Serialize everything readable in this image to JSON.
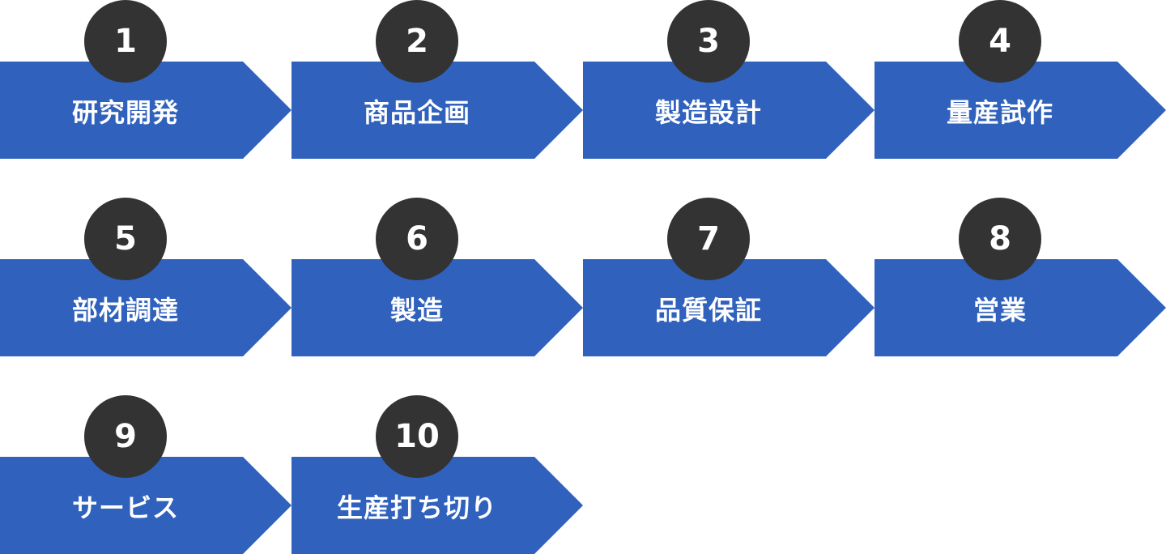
{
  "colors": {
    "arrow": "#2f61bd",
    "badge": "#333333",
    "text": "#ffffff",
    "background": "#ffffff"
  },
  "steps": [
    {
      "number": "1",
      "label": "研究開発"
    },
    {
      "number": "2",
      "label": "商品企画"
    },
    {
      "number": "3",
      "label": "製造設計"
    },
    {
      "number": "4",
      "label": "量産試作"
    },
    {
      "number": "5",
      "label": "部材調達"
    },
    {
      "number": "6",
      "label": "製造"
    },
    {
      "number": "7",
      "label": "品質保証"
    },
    {
      "number": "8",
      "label": "営業"
    },
    {
      "number": "9",
      "label": "サービス"
    },
    {
      "number": "10",
      "label": "生産打ち切り"
    }
  ]
}
